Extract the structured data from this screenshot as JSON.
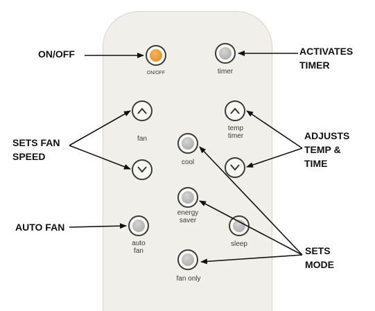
{
  "buttons": {
    "power": "ON/OFF",
    "timer": "timer",
    "fan": "fan",
    "temp_timer": "temp\ntimer",
    "cool": "cool",
    "energy_saver": "energy\nsaver",
    "sleep": "sleep",
    "auto_fan": "auto\nfan",
    "fan_only": "fan only"
  },
  "callouts": {
    "on_off": "ON/OFF",
    "activates_timer": "ACTIVATES\nTIMER",
    "sets_fan_speed": "SETS FAN\nSPEED",
    "adjusts_temp_time": "ADJUSTS\nTEMP &\nTIME",
    "auto_fan": "AUTO FAN",
    "sets_mode": "SETS\nMODE"
  },
  "colors": {
    "remote_body": "#f0efe9",
    "power_led": "#e8952a",
    "button_gray": "#bcbcbc"
  }
}
